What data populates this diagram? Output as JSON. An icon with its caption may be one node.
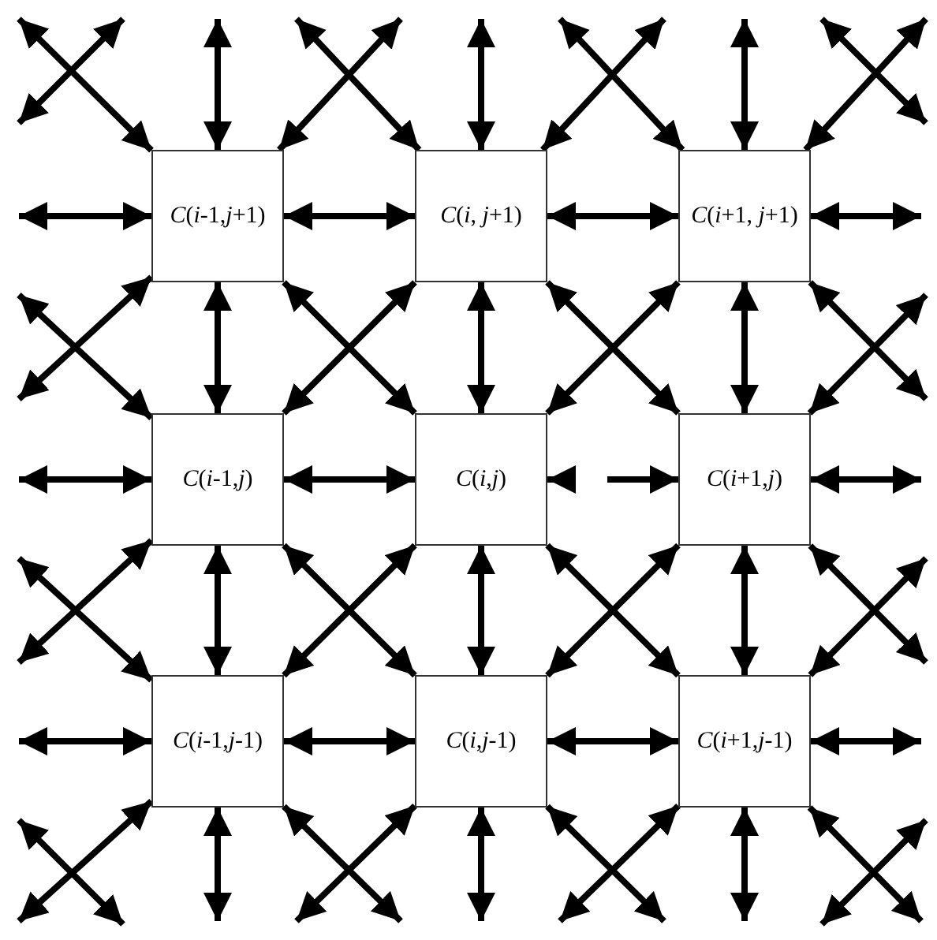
{
  "diagram": {
    "nodes": [
      {
        "text": [
          "*C*(*i*-1,*j*+1)"
        ]
      },
      {
        "text": [
          "*C*(*i*, *j*+1)"
        ]
      },
      {
        "text": [
          "*C*(*i*+1, *j*+1)"
        ]
      },
      {
        "text": [
          "*C*(*i*-1,*j*)"
        ]
      },
      {
        "text": [
          "*C*(*i*,*j*)"
        ]
      },
      {
        "text": [
          "*C*(*i*+1,*j*)"
        ]
      },
      {
        "text": [
          "*C*(*i*-1,*j*-1)"
        ]
      },
      {
        "text": [
          "*C*(*i*,*j*-1)"
        ]
      },
      {
        "text": [
          "*C*(*i*+1,*j*-1)"
        ]
      }
    ],
    "edges": [
      {
        "from": null,
        "to": 0,
        "arrow": "both"
      },
      {
        "from": 0,
        "to": 1,
        "arrow": "both"
      },
      {
        "from": 1,
        "to": 2,
        "arrow": "both"
      },
      {
        "from": 2,
        "to": null,
        "arrow": "both"
      },
      {
        "from": null,
        "to": 3,
        "arrow": "both"
      },
      {
        "from": 3,
        "to": 4,
        "arrow": "both"
      },
      {
        "from": null,
        "to": 4,
        "arrow": "to"
      },
      {
        "from": null,
        "to": 5,
        "arrow": "to"
      },
      {
        "from": 5,
        "to": null,
        "arrow": "both"
      },
      {
        "from": null,
        "to": 6,
        "arrow": "both"
      },
      {
        "from": 6,
        "to": 7,
        "arrow": "both"
      },
      {
        "from": 7,
        "to": 8,
        "arrow": "both"
      },
      {
        "from": 8,
        "to": null,
        "arrow": "both"
      },
      {
        "from": null,
        "to": 0,
        "arrow": "both"
      },
      {
        "from": 0,
        "to": 3,
        "arrow": "both"
      },
      {
        "from": 3,
        "to": 6,
        "arrow": "both"
      },
      {
        "from": 6,
        "to": null,
        "arrow": "both"
      },
      {
        "from": null,
        "to": 1,
        "arrow": "both"
      },
      {
        "from": 1,
        "to": 4,
        "arrow": "both"
      },
      {
        "from": 4,
        "to": 7,
        "arrow": "both"
      },
      {
        "from": 7,
        "to": null,
        "arrow": "both"
      },
      {
        "from": null,
        "to": 2,
        "arrow": "both"
      },
      {
        "from": 2,
        "to": 5,
        "arrow": "both"
      },
      {
        "from": 5,
        "to": 8,
        "arrow": "both"
      },
      {
        "from": 8,
        "to": null,
        "arrow": "both"
      },
      {
        "from": null,
        "to": 0,
        "arrow": "both"
      },
      {
        "from": null,
        "to": 1,
        "arrow": "both"
      },
      {
        "from": null,
        "to": 0,
        "arrow": "both"
      },
      {
        "from": null,
        "to": 2,
        "arrow": "both"
      },
      {
        "from": null,
        "to": 1,
        "arrow": "both"
      },
      {
        "from": null,
        "to": 2,
        "arrow": "both"
      },
      {
        "from": null,
        "to": 3,
        "arrow": "both"
      },
      {
        "from": 0,
        "to": null,
        "arrow": "both"
      },
      {
        "from": 0,
        "to": 4,
        "arrow": "both"
      },
      {
        "from": 1,
        "to": 3,
        "arrow": "both"
      },
      {
        "from": 1,
        "to": 5,
        "arrow": "both"
      },
      {
        "from": 2,
        "to": 4,
        "arrow": "both"
      },
      {
        "from": 2,
        "to": null,
        "arrow": "both"
      },
      {
        "from": null,
        "to": 5,
        "arrow": "both"
      },
      {
        "from": null,
        "to": 6,
        "arrow": "both"
      },
      {
        "from": 3,
        "to": null,
        "arrow": "both"
      },
      {
        "from": 3,
        "to": 7,
        "arrow": "both"
      },
      {
        "from": 4,
        "to": 6,
        "arrow": "both"
      },
      {
        "from": 4,
        "to": 8,
        "arrow": "both"
      },
      {
        "from": 5,
        "to": 7,
        "arrow": "both"
      },
      {
        "from": 5,
        "to": null,
        "arrow": "both"
      },
      {
        "from": null,
        "to": 8,
        "arrow": "both"
      },
      {
        "from": 6,
        "to": null,
        "arrow": "both"
      },
      {
        "from": 6,
        "to": null,
        "arrow": "both"
      },
      {
        "from": 7,
        "to": null,
        "arrow": "both"
      },
      {
        "from": 7,
        "to": null,
        "arrow": "both"
      },
      {
        "from": 8,
        "to": null,
        "arrow": "both"
      },
      {
        "from": 8,
        "to": null,
        "arrow": "both"
      }
    ]
  }
}
